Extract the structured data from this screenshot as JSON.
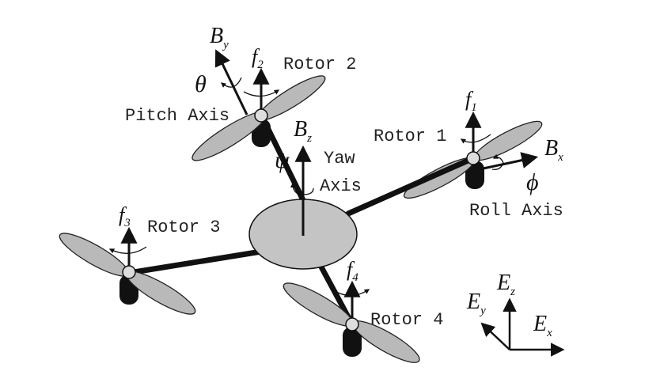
{
  "labels": {
    "rotor1": "Rotor 1",
    "rotor2": "Rotor 2",
    "rotor3": "Rotor 3",
    "rotor4": "Rotor 4",
    "pitch_axis": "Pitch Axis",
    "yaw": "Yaw",
    "axis": "Axis",
    "roll_axis": "Roll Axis"
  },
  "symbols": {
    "f": "f",
    "f1_sub": "1",
    "f2_sub": "2",
    "f3_sub": "3",
    "f4_sub": "4",
    "B": "B",
    "Bx_sub": "x",
    "By_sub": "y",
    "Bz_sub": "z",
    "E": "E",
    "Ex_sub": "x",
    "Ey_sub": "y",
    "Ez_sub": "z",
    "theta": "θ",
    "psi": "ψ",
    "phi": "ϕ"
  }
}
